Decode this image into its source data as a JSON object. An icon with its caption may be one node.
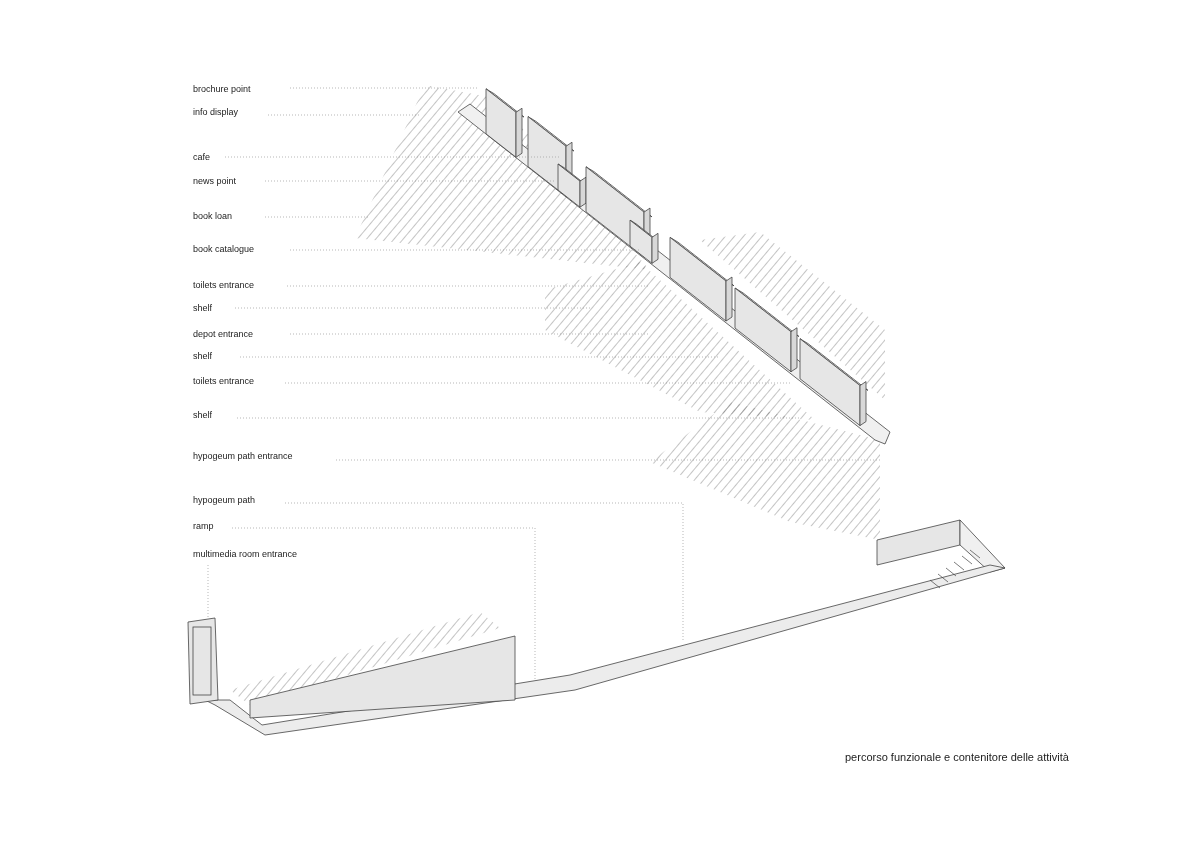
{
  "diagram": {
    "caption": "percorso funzionale e contenitore delle attività",
    "nodes": [
      {
        "text": [
          "brochure point"
        ]
      },
      {
        "text": [
          "info display"
        ]
      },
      {
        "text": [
          "cafe"
        ]
      },
      {
        "text": [
          "news point"
        ]
      },
      {
        "text": [
          "book loan"
        ]
      },
      {
        "text": [
          "book catalogue"
        ]
      },
      {
        "text": [
          "toilets entrance"
        ]
      },
      {
        "text": [
          "shelf"
        ]
      },
      {
        "text": [
          "depot entrance"
        ]
      },
      {
        "text": [
          "shelf"
        ]
      },
      {
        "text": [
          "toilets entrance"
        ]
      },
      {
        "text": [
          "shelf"
        ]
      },
      {
        "text": [
          "hypogeum path entrance"
        ]
      },
      {
        "text": [
          "hypogeum path"
        ]
      },
      {
        "text": [
          "ramp"
        ]
      },
      {
        "text": [
          "multimedia room entrance"
        ]
      }
    ],
    "edges": [
      {
        "from": 0,
        "to": null,
        "arrow": "none"
      },
      {
        "from": 1,
        "to": null,
        "arrow": "none"
      },
      {
        "from": 2,
        "to": null,
        "arrow": "none"
      },
      {
        "from": 3,
        "to": null,
        "arrow": "none"
      },
      {
        "from": 4,
        "to": null,
        "arrow": "none"
      },
      {
        "from": 5,
        "to": null,
        "arrow": "none"
      },
      {
        "from": 6,
        "to": null,
        "arrow": "none"
      },
      {
        "from": 7,
        "to": null,
        "arrow": "none"
      },
      {
        "from": 8,
        "to": null,
        "arrow": "none"
      },
      {
        "from": 9,
        "to": null,
        "arrow": "none"
      },
      {
        "from": 10,
        "to": null,
        "arrow": "none"
      },
      {
        "from": 11,
        "to": null,
        "arrow": "none"
      },
      {
        "from": 12,
        "to": null,
        "arrow": "none"
      },
      {
        "from": 13,
        "to": null,
        "arrow": "none"
      },
      {
        "from": 14,
        "to": null,
        "arrow": "none"
      },
      {
        "from": 15,
        "to": null,
        "arrow": "none"
      }
    ]
  }
}
